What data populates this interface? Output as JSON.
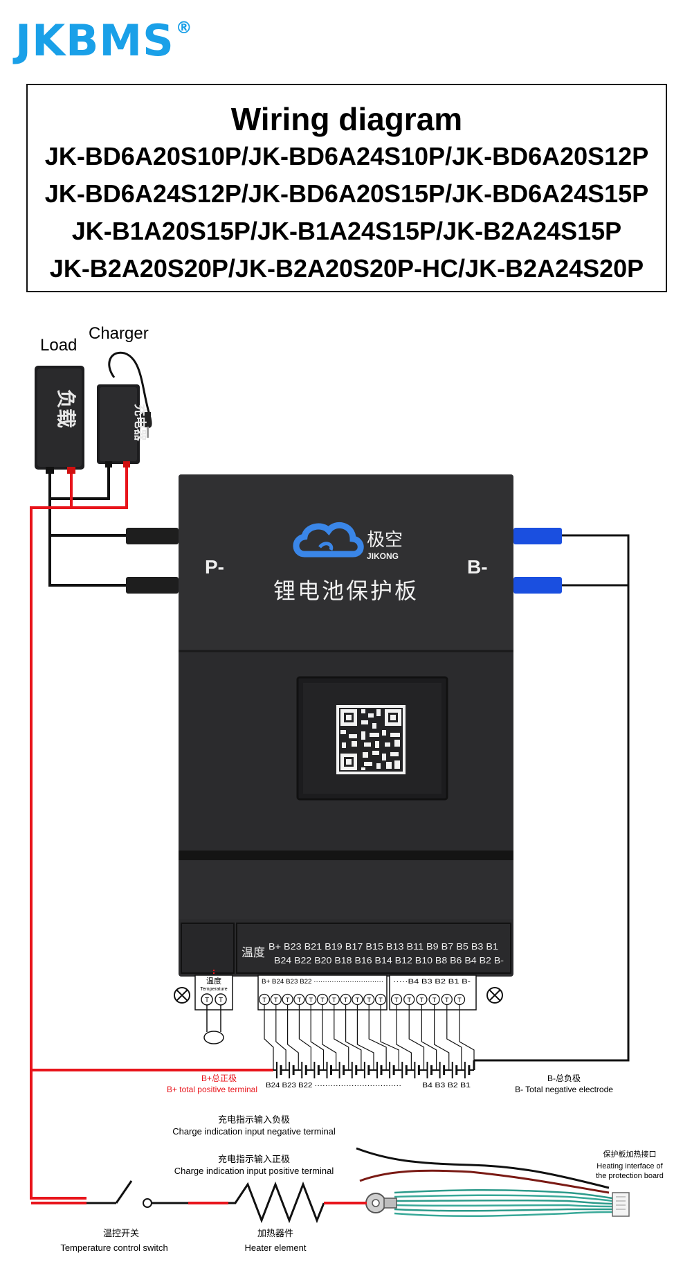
{
  "brand": {
    "logo_text": "JKBMS",
    "registered_mark": "®"
  },
  "header": {
    "title": "Wiring diagram",
    "models": [
      "JK-BD6A20S10P/JK-BD6A24S10P/JK-BD6A20S12P",
      "JK-BD6A24S12P/JK-BD6A20S15P/JK-BD6A24S15P",
      "JK-B1A20S15P/JK-B1A24S15P/JK-B2A24S15P",
      "JK-B2A20S20P/JK-B2A20S20P-HC/JK-B2A24S20P"
    ]
  },
  "devices": {
    "load_label": "Load",
    "load_body_text": "负载",
    "charger_label": "Charger",
    "charger_body_text": "充电器"
  },
  "bms": {
    "brand_cn": "极空",
    "brand_en": "JIKONG",
    "title_cn": "锂电池保护板",
    "p_minus": "P-",
    "b_minus": "B-",
    "connector_temp_cn": "温度",
    "connector_row1": "B+  B23  B21  B19  B17  B15  B13  B11  B9  B7  B5  B3  B1",
    "connector_row2": "B24  B22  B20  B18  B16  B14  B12  B10  B8  B6  B4  B2  B-"
  },
  "temp_sensor": {
    "label_cn": "温度",
    "label_en": "Temperature"
  },
  "balance_plug": {
    "left_labels": "B+ B24 B23 B22 ·······························",
    "right_labels": "·····B4  B3   B2   B1  B-"
  },
  "cells": {
    "bottom_labels_left": "B24  B23  B22 ·································",
    "bottom_labels_right": "B4  B3  B2  B1"
  },
  "terminals": {
    "bplus_cn": "B+总正极",
    "bplus_en": "B+ total positive terminal",
    "bminus_cn": "B-总负极",
    "bminus_en": "B- Total negative electrode"
  },
  "charge_indication": {
    "neg_cn": "充电指示输入负极",
    "neg_en": "Charge indication input negative terminal",
    "pos_cn": "充电指示输入正极",
    "pos_en": "Charge indication input positive terminal"
  },
  "heating": {
    "interface_cn": "保护板加热接口",
    "interface_en_1": "Heating interface of",
    "interface_en_2": "the protection board",
    "switch_cn": "温控开关",
    "switch_en": "Temperature control switch",
    "heater_cn": "加热器件",
    "heater_en": "Heater element"
  },
  "colors": {
    "logo_blue": "#1aa0e8",
    "wire_red": "#e8141b",
    "wire_black": "#111111",
    "terminal_blue": "#1a4fe0",
    "bms_body": "#2b2b2d",
    "wire_dark_red": "#7a1a14"
  }
}
